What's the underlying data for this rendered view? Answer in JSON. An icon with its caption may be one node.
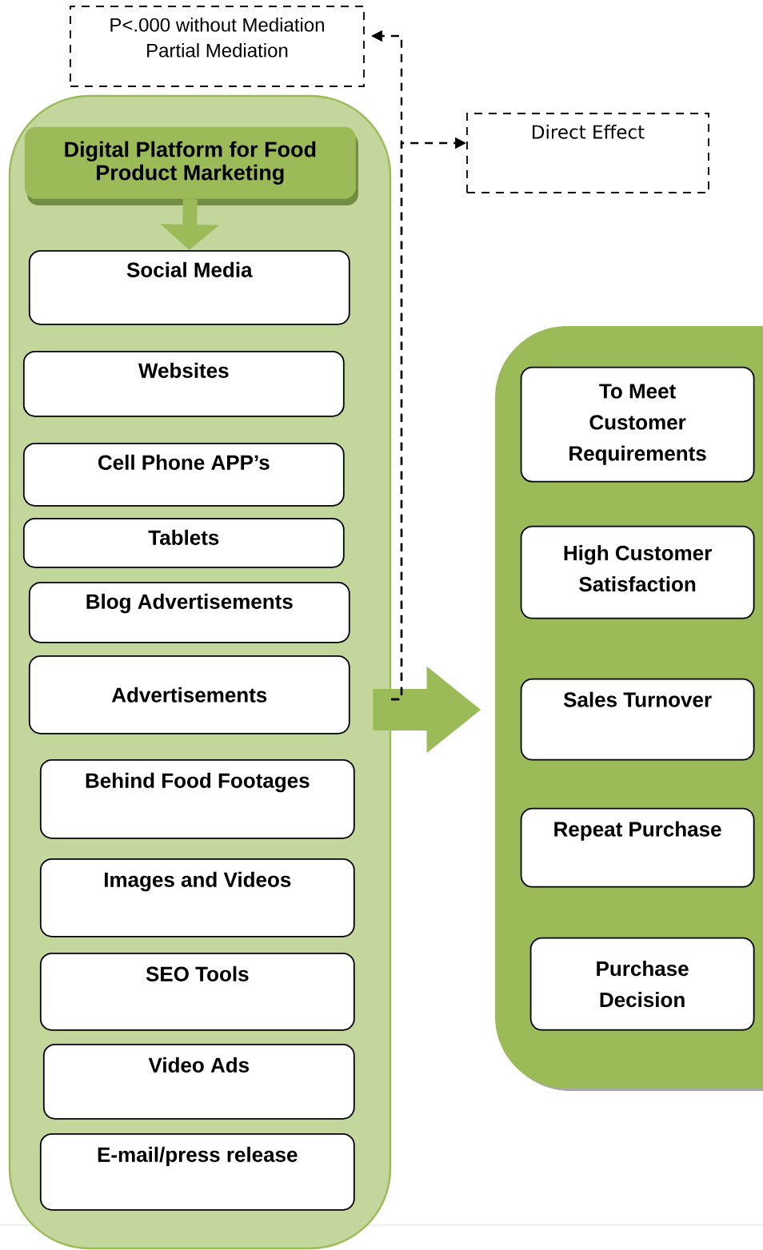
{
  "diagram": {
    "nodes": [
      {
        "text": [
          "P<.000 without Mediation",
          "Partial Mediation"
        ]
      },
      {
        "text": [
          "Direct Effect"
        ]
      },
      {
        "text": [],
        "shape": "box"
      },
      {
        "text": [
          "Digital Platform for Food Product Marketing"
        ],
        "in": 2
      },
      {
        "text": [
          "Social Media"
        ],
        "in": 2
      },
      {
        "text": [
          "Websites"
        ],
        "in": 2
      },
      {
        "text": [
          "Cell Phone APP’s"
        ],
        "in": 2
      },
      {
        "text": [
          "Tablets"
        ],
        "in": 2
      },
      {
        "text": [
          "Blog Advertisements"
        ],
        "in": 2
      },
      {
        "text": [
          "Advertisements"
        ],
        "in": 2
      },
      {
        "text": [
          "Behind Food Footages"
        ],
        "in": 2
      },
      {
        "text": [
          "Images and Videos"
        ],
        "in": 2
      },
      {
        "text": [
          "SEO Tools"
        ],
        "in": 2
      },
      {
        "text": [
          "Video Ads"
        ],
        "in": 2
      },
      {
        "text": [
          "E-mail/press release"
        ],
        "in": 2
      },
      {
        "text": [],
        "shape": "box"
      },
      {
        "text": [
          "To Meet Customer Requirements"
        ],
        "in": 15
      },
      {
        "text": [
          "High Customer Satisfaction"
        ],
        "in": 15
      },
      {
        "text": [
          "Sales Turnover"
        ],
        "in": 15
      },
      {
        "text": [
          "Repeat Purchase"
        ],
        "in": 15
      },
      {
        "text": [
          "Purchase Decision"
        ],
        "in": 15
      }
    ],
    "edges": [
      {
        "from": 3,
        "to": 4,
        "arrow": "to",
        "style": "thick",
        "color": "#9bbb59"
      },
      {
        "from": 2,
        "to": 15,
        "arrow": "to",
        "style": "thick",
        "color": "#9bbb59"
      },
      {
        "from": 2,
        "to": 0,
        "arrow": "to",
        "style": "dashed",
        "color": "#000000"
      },
      {
        "from": 2,
        "to": 1,
        "arrow": "to",
        "style": "dashed",
        "color": "#000000"
      }
    ]
  }
}
